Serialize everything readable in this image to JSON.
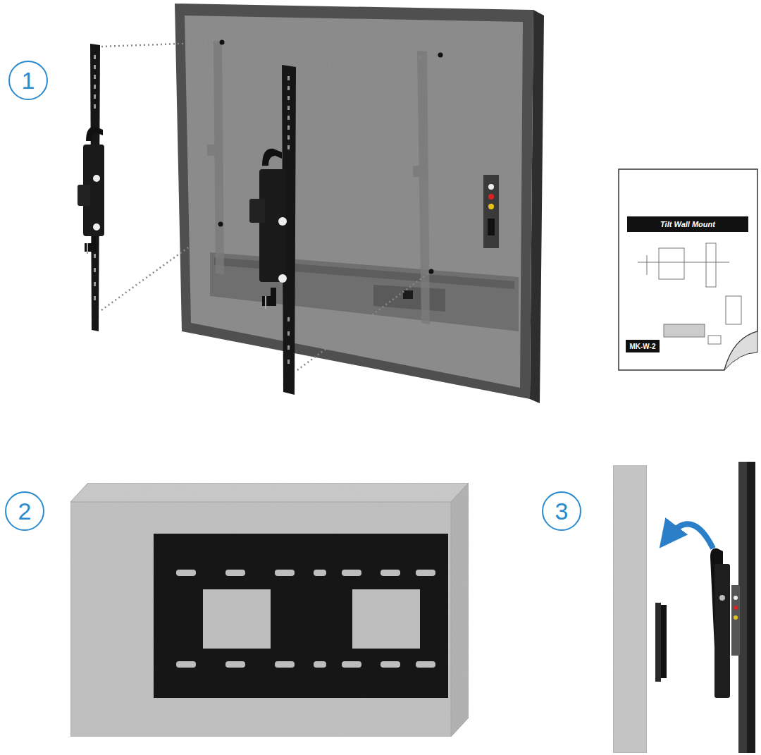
{
  "diagram": {
    "nodes": [
      {
        "text": [
          "1"
        ]
      },
      {
        "text": [
          "2"
        ]
      },
      {
        "text": [
          "3"
        ]
      },
      {
        "text": [
          "Tilt Wall Mount"
        ]
      },
      {
        "text": [
          "MK-W-2"
        ]
      }
    ]
  }
}
